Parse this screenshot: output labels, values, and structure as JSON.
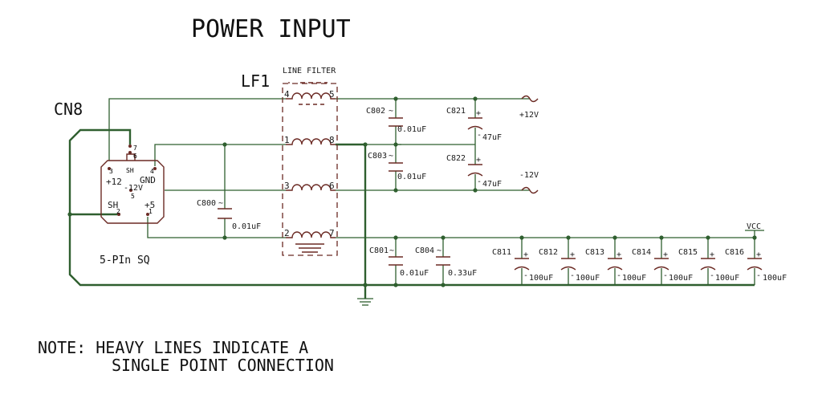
{
  "title": "POWER INPUT",
  "connector": {
    "ref": "CN8",
    "package": "5-PIn SQ",
    "labels": {
      "p12": "+12",
      "gnd": "GND",
      "m12": "-12V",
      "sh": "SH",
      "p5": "+5",
      "sh_top": "SH"
    },
    "pins": {
      "p1": "1",
      "p2": "2",
      "p3": "3",
      "p4": "4",
      "p5": "5",
      "p6": "6",
      "p7": "7"
    }
  },
  "filter": {
    "ref": "LF1",
    "caption": "LINE FILTER",
    "pins": {
      "p1": "1",
      "p2": "2",
      "p3": "3",
      "p4": "4",
      "p5": "5",
      "p6": "6",
      "p7": "7",
      "p8": "8"
    }
  },
  "c800": {
    "ref": "C800",
    "value": "0.01uF"
  },
  "c802": {
    "ref": "C802",
    "value": "0.01uF"
  },
  "c803": {
    "ref": "C803",
    "value": "0.01uF"
  },
  "c821": {
    "ref": "C821",
    "value": "47uF"
  },
  "c822": {
    "ref": "C822",
    "value": "47uF"
  },
  "c801": {
    "ref": "C801",
    "value": "0.01uF"
  },
  "c804": {
    "ref": "C804",
    "value": "0.33uF"
  },
  "c811": {
    "ref": "C811",
    "value": "100uF"
  },
  "c812": {
    "ref": "C812",
    "value": "100uF"
  },
  "c813": {
    "ref": "C813",
    "value": "100uF"
  },
  "c814": {
    "ref": "C814",
    "value": "100uF"
  },
  "c815": {
    "ref": "C815",
    "value": "100uF"
  },
  "c816": {
    "ref": "C816",
    "value": "100uF"
  },
  "nets": {
    "p12": "+12V",
    "m12": "-12V",
    "vcc": "VCC"
  },
  "symbols": {
    "plus": "+",
    "minus": "-",
    "tilde": "~"
  },
  "note": {
    "line1": "NOTE: HEAVY LINES INDICATE A",
    "line2": "SINGLE POINT CONNECTION"
  }
}
